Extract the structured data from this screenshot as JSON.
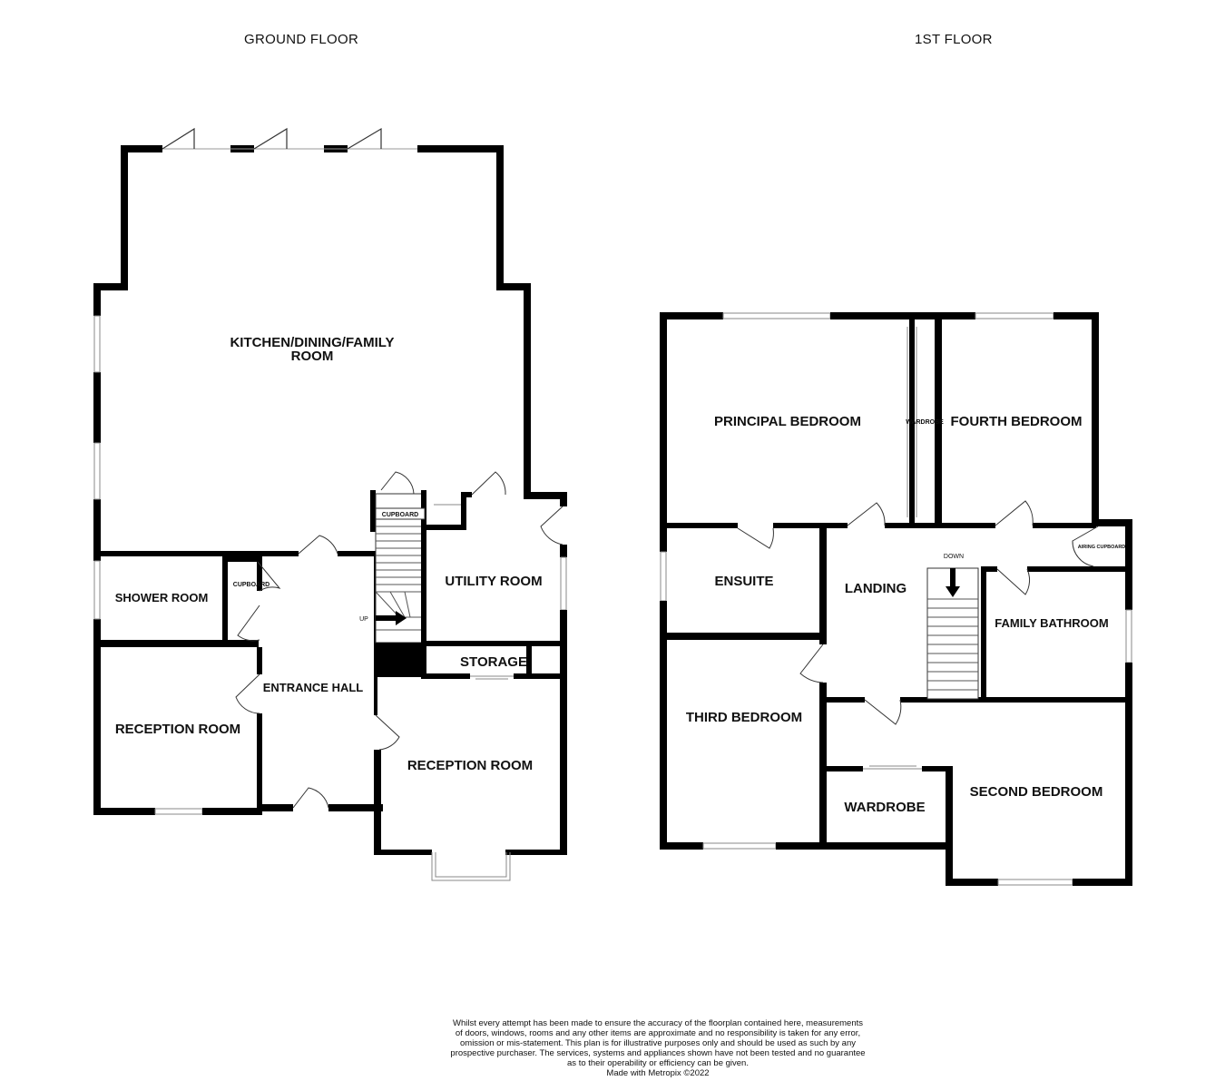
{
  "floors": {
    "ground": {
      "title": "GROUND FLOOR",
      "rooms": {
        "kitchen_line1": "KITCHEN/DINING/FAMILY",
        "kitchen_line2": "ROOM",
        "shower_room": "SHOWER ROOM",
        "cupboard_left": "CUPBOARD",
        "cupboard_stairs": "CUPBOARD",
        "utility_room": "UTILITY ROOM",
        "storage": "STORAGE",
        "entrance_hall": "ENTRANCE HALL",
        "reception_left": "RECEPTION ROOM",
        "reception_right": "RECEPTION ROOM",
        "stairs_up": "UP"
      }
    },
    "first": {
      "title": "1ST FLOOR",
      "rooms": {
        "principal_bedroom": "PRINCIPAL BEDROOM",
        "wardrobe_small": "WARDROBE",
        "fourth_bedroom": "FOURTH BEDROOM",
        "ensuite": "ENSUITE",
        "landing": "LANDING",
        "stairs_down": "DOWN",
        "airing_cupboard": "AIRING CUPBOARD",
        "family_bathroom": "FAMILY BATHROOM",
        "third_bedroom": "THIRD BEDROOM",
        "wardrobe": "WARDROBE",
        "second_bedroom": "SECOND BEDROOM"
      }
    }
  },
  "disclaimer": {
    "line1": "Whilst every attempt has been made to ensure the accuracy of the floorplan contained here, measurements",
    "line2": "of doors, windows, rooms and any other items are approximate and no responsibility is taken for any error,",
    "line3": "omission or mis-statement. This plan is for illustrative purposes only and should be used as such by any",
    "line4": "prospective purchaser. The services, systems and appliances shown have not been tested and no guarantee",
    "line5": "as to their operability or efficiency can be given.",
    "line6": "Made with Metropix ©2022"
  }
}
